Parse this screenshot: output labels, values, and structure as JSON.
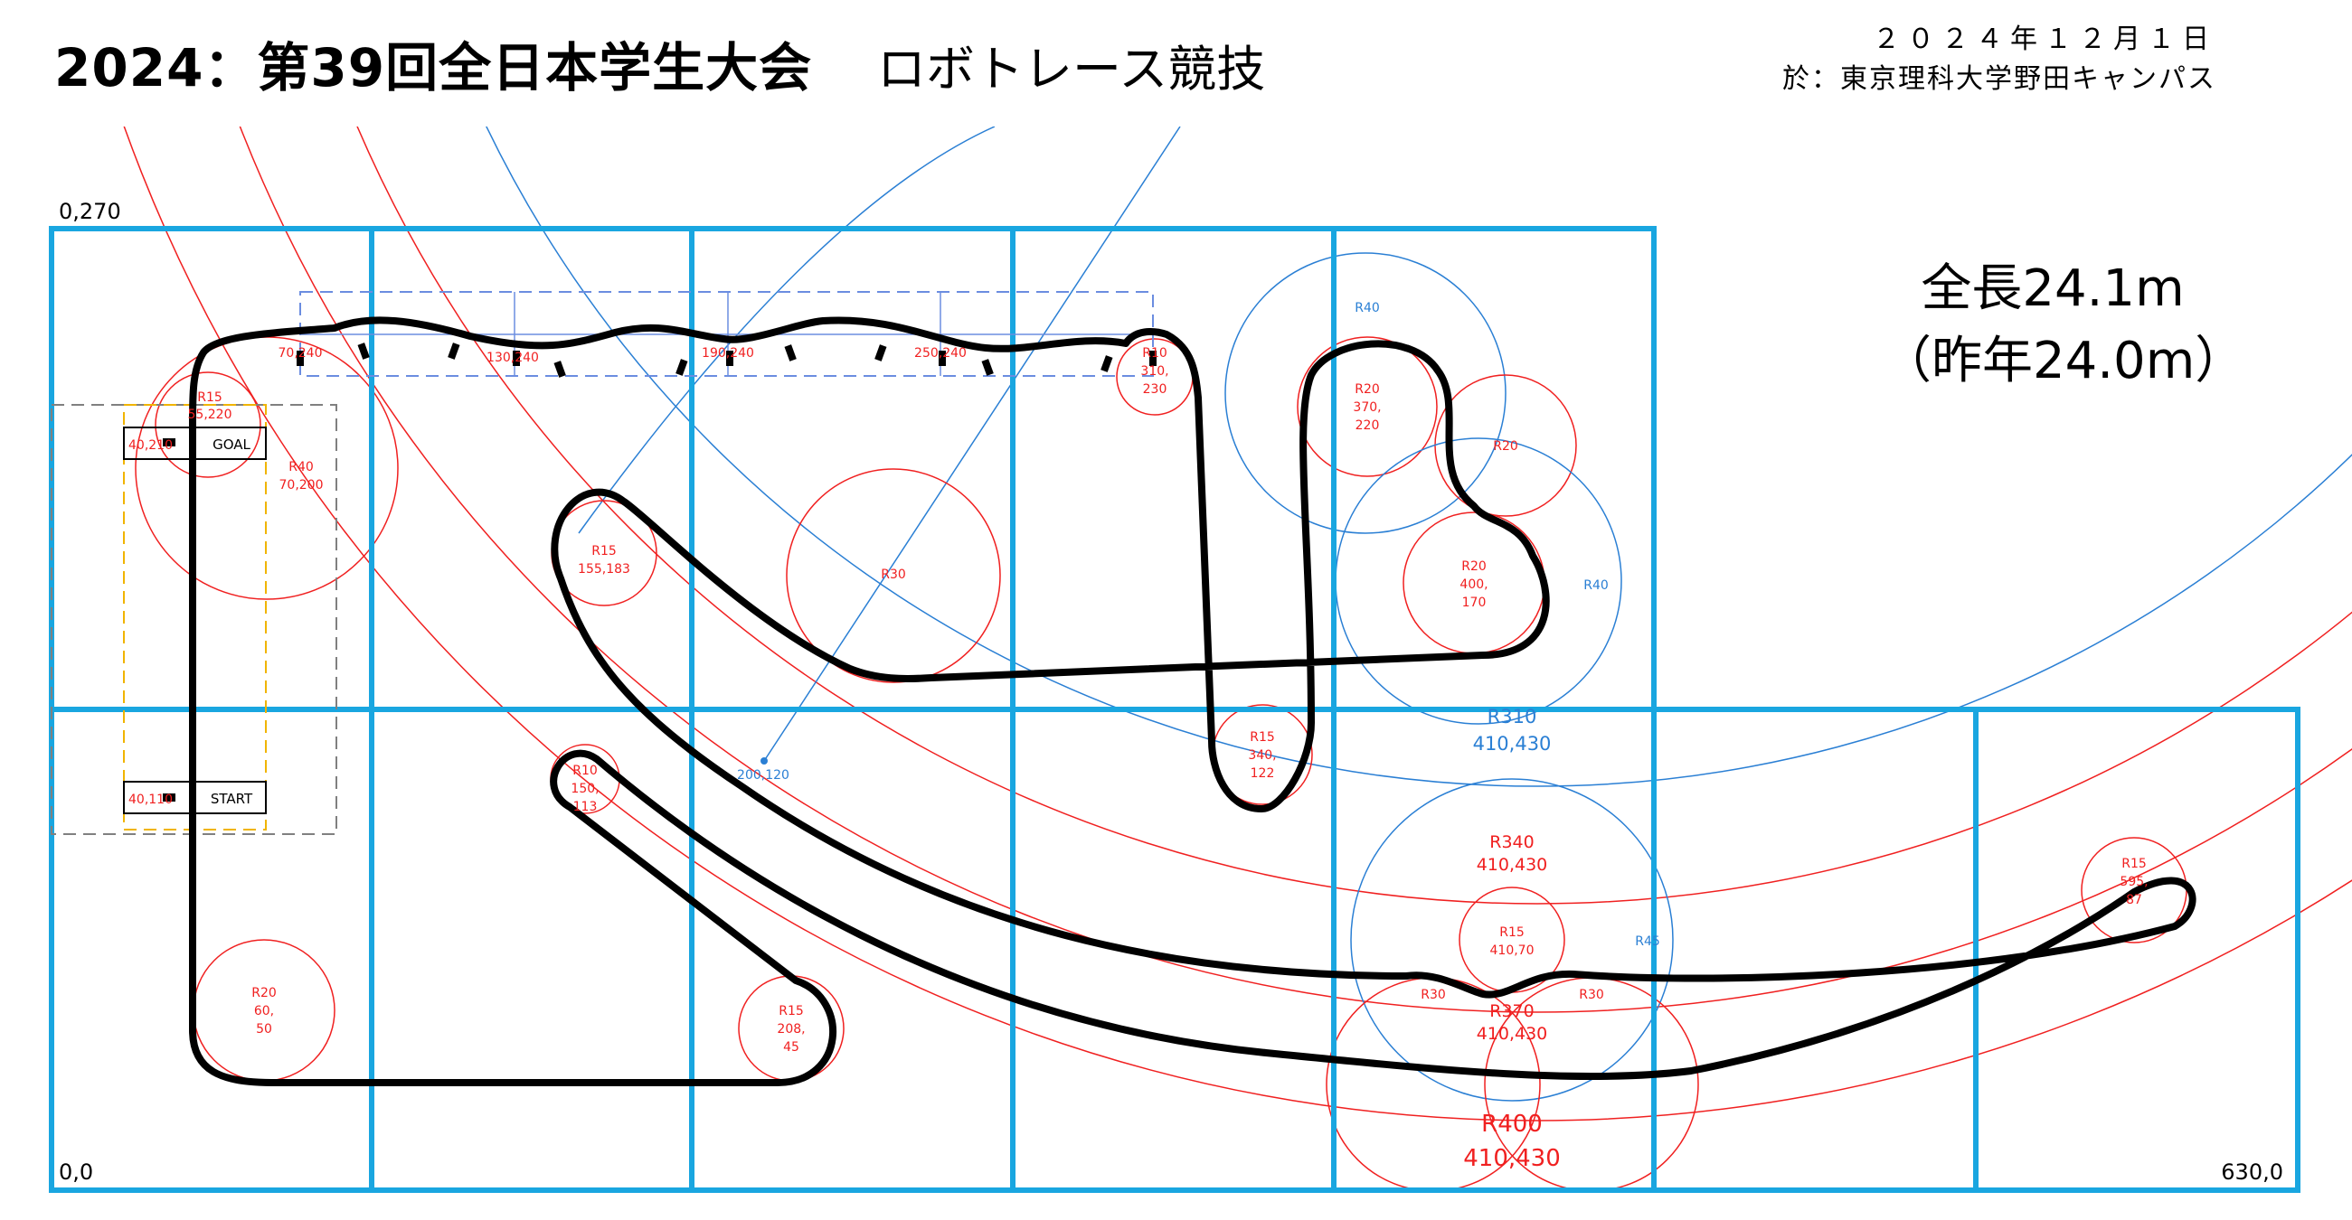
{
  "header": {
    "title": "2024：第39回全日本学生大会",
    "subtitle": "ロボトレース競技",
    "date": "２０２４年１２月１日",
    "venue": "於：東京理科大学野田キャンパス"
  },
  "course_length": {
    "current": "全長24.1m",
    "previous": "（昨年24.0m）"
  },
  "corners": {
    "top_left": "0,270",
    "bottom_left": "0,0",
    "bottom_right": "630,0"
  },
  "markers": {
    "goal": "GOAL",
    "goal_coord": "40,210",
    "start": "START",
    "start_coord": "40,110"
  },
  "arc_labels": {
    "r15_55_220": [
      "R15",
      "55,220"
    ],
    "r40_70_200": [
      "R40",
      "70,200"
    ],
    "p70_240": "70,240",
    "p130_240": "130,240",
    "p190_240": "190,240",
    "p250_240": "250,240",
    "r10_310_230": [
      "R10",
      "310,",
      "230"
    ],
    "r15_155_183": [
      "R15",
      "155,183"
    ],
    "r30_center": "R30",
    "r40_upper": "R40",
    "r20_370_220": [
      "R20",
      "370,",
      "220"
    ],
    "r20_small": "R20",
    "r20_400_170": [
      "R20",
      "400,",
      "170"
    ],
    "r40_right": "R40",
    "r310": [
      "R310",
      "410,430"
    ],
    "r15_340_122": [
      "R15",
      "340,",
      "122"
    ],
    "r10_150_113": [
      "R10",
      "150,",
      "113"
    ],
    "p200_120": "200,120",
    "r340": [
      "R340",
      "410,430"
    ],
    "r15_410_70": [
      "R15",
      "410,70"
    ],
    "r45": "R45",
    "r30_left": "R30",
    "r30_right": "R30",
    "r370": [
      "R370",
      "410,430"
    ],
    "r400": [
      "R400",
      "410,430"
    ],
    "r15_595_87": [
      "R15",
      "595,",
      "87"
    ],
    "r20_60_50": [
      "R20",
      "60,",
      "50"
    ],
    "r15_208_45": [
      "R15",
      "208,",
      "45"
    ]
  },
  "colors": {
    "grid": "#19a6e0",
    "guide_red": "#f02020",
    "guide_blue": "#2a7fd4",
    "track": "#000000",
    "start_zone": "#f0b400",
    "zone_gray": "#808080"
  }
}
